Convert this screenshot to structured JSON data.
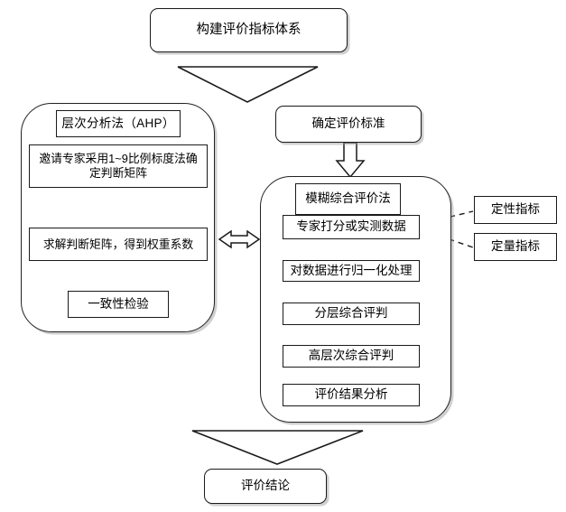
{
  "title_box": {
    "label": "构建评价指标体系"
  },
  "criteria_box": {
    "label": "确定评价标准"
  },
  "ahp_group": {
    "header": "层次分析法（AHP）",
    "steps": [
      {
        "label": "邀请专家采用1~9比例标度法确定判断矩阵"
      },
      {
        "label": "求解判断矩阵，得到权重系数"
      },
      {
        "label": "一致性检验"
      }
    ]
  },
  "fuzzy_group": {
    "header": "模糊综合评价法",
    "steps": [
      {
        "label": "专家打分或实测数据"
      },
      {
        "label": "对数据进行归一化处理"
      },
      {
        "label": "分层综合评判"
      },
      {
        "label": "高层次综合评判"
      },
      {
        "label": "评价结果分析"
      }
    ]
  },
  "indicators": [
    {
      "label": "定性指标"
    },
    {
      "label": "定量指标"
    }
  ],
  "conclusion_box": {
    "label": "评价结论"
  },
  "colors": {
    "stroke": "#1a1a1a",
    "background": "#ffffff",
    "shadow": "#969696"
  }
}
